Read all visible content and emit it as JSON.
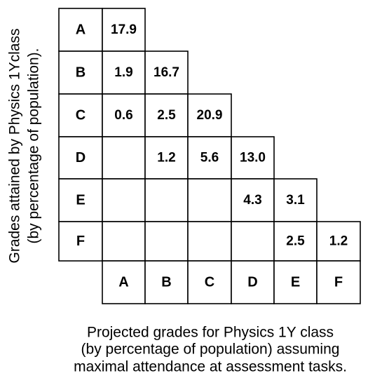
{
  "chart_data": {
    "type": "table",
    "row_categories": [
      "A",
      "B",
      "C",
      "D",
      "E",
      "F"
    ],
    "col_categories": [
      "A",
      "B",
      "C",
      "D",
      "E",
      "F"
    ],
    "cells": [
      [
        "17.9",
        null,
        null,
        null,
        null,
        null
      ],
      [
        "1.9",
        "16.7",
        null,
        null,
        null,
        null
      ],
      [
        "0.6",
        "2.5",
        "20.9",
        null,
        null,
        null
      ],
      [
        "",
        "1.2",
        "5.6",
        "13.0",
        null,
        null
      ],
      [
        "",
        "",
        "",
        "4.3",
        "3.1",
        null
      ],
      [
        "",
        "",
        "",
        "",
        "2.5",
        "1.2"
      ]
    ],
    "ylabel": [
      "Grades attained by Physics 1Yclass",
      "(by percentage of population)."
    ],
    "xlabel": [
      "Projected grades for Physics 1Y class",
      "(by percentage of population) assuming",
      "maximal attendance at assessment tasks."
    ]
  }
}
